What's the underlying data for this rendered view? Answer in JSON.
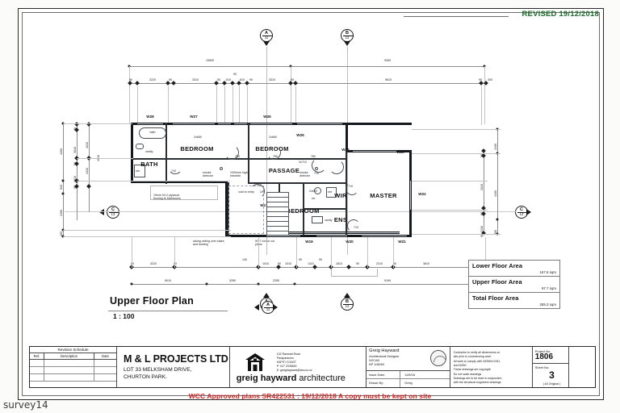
{
  "sheet": {
    "revised_note": "REVISED 19/12/2018",
    "approval_stamp": "WCC Approved plans SR422531 : 19/12/2018 A copy must be kept on site",
    "watermark": "survey14"
  },
  "plan": {
    "title": "Upper Floor Plan",
    "scale": "1 : 100",
    "rooms": [
      {
        "name": "BATH",
        "label": "BATH"
      },
      {
        "name": "BEDROOM",
        "label": "BEDROOM"
      },
      {
        "name": "BEDROOM",
        "label": "BEDROOM"
      },
      {
        "name": "PASSAGE",
        "label": "PASSAGE"
      },
      {
        "name": "BEDROOM",
        "label": "BEDROOM"
      },
      {
        "name": "WIR",
        "label": "WIR"
      },
      {
        "name": "ENS",
        "label": "ENS"
      },
      {
        "name": "MASTER",
        "label": "MASTER"
      }
    ],
    "fixtures": {
      "bath": "bath",
      "vanity": "vanity",
      "vanity2": "vanity",
      "wc": "wc",
      "shower": "shr",
      "shower2": "shr"
    },
    "annotations": {
      "smoke_detector_1": "smoke\ndetector",
      "smoke_detector_2": "smoke\ndetector",
      "handrail": "1000mm high\nhandrail",
      "void_to_entry": "void to entry",
      "raking_ceiling": "raking ceiling over stairs\nand landing",
      "plywood": "19mm h3.2 plywood\nflooring to bathrooms",
      "w17_note": "W17 not on cut\nplane",
      "up": "UP"
    },
    "door_tags": [
      "710",
      "710",
      "760",
      "760",
      "760",
      "710",
      "710",
      "710"
    ],
    "window_head_tags": [
      "2x660",
      "2x660",
      "3x710",
      "2x660"
    ],
    "window_tags_top": [
      "W28",
      "W27",
      "W26",
      "W25",
      "W24",
      "W23"
    ],
    "window_tags_right": [
      "W22",
      "W21"
    ],
    "window_tags_bottom": [
      "W18",
      "W19",
      "W20",
      "W17"
    ],
    "window_tags_left": [
      "W29"
    ]
  },
  "dimensions": {
    "top_outer": [
      "10600",
      "9400"
    ],
    "top_inner": [
      "90",
      "2220",
      "90",
      "3310",
      "90",
      "610",
      "90",
      "610",
      "90",
      "3310",
      "90",
      "9610",
      "90",
      "300"
    ],
    "top_stack_label": "90",
    "bottom_chain_upper": [
      "90",
      "3220",
      "90",
      "140",
      "1010",
      "90",
      "1010",
      "90",
      "1110",
      "90",
      "1810",
      "90",
      "2210",
      "90",
      "3610",
      "90"
    ],
    "bottom_outer": [
      "5010",
      "3250",
      "2250",
      "9190",
      "300"
    ],
    "left_outer": [
      "4260",
      "910",
      "2450",
      "400"
    ],
    "left_inner": [
      "90",
      "3010",
      "90",
      "1010",
      "90"
    ],
    "left_inner2": [
      "1610",
      "1310",
      "1010"
    ],
    "left_far": [
      "90",
      "1010",
      "90",
      "970",
      "90",
      "2450",
      "400"
    ],
    "right_outer": [
      "2400",
      "4100",
      "600"
    ],
    "right_inner": [
      "90",
      "3310",
      "90",
      "2130",
      "90"
    ]
  },
  "markers": [
    {
      "id": "A-11-top",
      "letter": "A",
      "sheet": "11"
    },
    {
      "id": "B-12-top",
      "letter": "B",
      "sheet": "12"
    },
    {
      "id": "C-13-left",
      "letter": "C",
      "sheet": "13"
    },
    {
      "id": "C-13-right",
      "letter": "C",
      "sheet": "13"
    },
    {
      "id": "A-11-bottom",
      "letter": "A",
      "sheet": "11"
    },
    {
      "id": "B-12-bottom",
      "letter": "B",
      "sheet": "12"
    },
    {
      "id": "A-11-title",
      "letter": "A",
      "sheet": "11"
    }
  ],
  "areas": {
    "heading_rows": [
      {
        "label": "Lower Floor Area",
        "value": "167.6 sqm"
      },
      {
        "label": "Upper Floor Area",
        "value": "97.7 sqm"
      },
      {
        "label": "Total Floor Area",
        "value": "265.3 sqm"
      }
    ]
  },
  "title_block": {
    "revision": {
      "title": "Revision Schedule",
      "columns": [
        "Ref.",
        "Description",
        "Date"
      ],
      "rows": [
        {
          "ref": "",
          "description": "",
          "date": ""
        },
        {
          "ref": "",
          "description": "",
          "date": ""
        },
        {
          "ref": "",
          "description": "",
          "date": ""
        }
      ]
    },
    "client": {
      "name": "M & L PROJECTS LTD",
      "address_line1": "LOT 33 MELKSHAM DRIVE,",
      "address_line2": "CHURTON PARK."
    },
    "practice": {
      "word_bold": "greig hayward",
      "word_light": "architecture",
      "address": [
        "102 Raumati Road",
        "Paraparaumu",
        "KAPITI COAST",
        "P: 027 2339840",
        "E: greighayward@xtra.co.nz"
      ]
    },
    "designer": {
      "name": "Greig Hayward",
      "role": "Architectural Designer",
      "qual": "NZCAD",
      "reg": "BP 108269",
      "issue_date_label": "Issue Date:",
      "issue_date_value": "11/5/18",
      "drawn_by_label": "Drawn By:",
      "drawn_by_value": "Greig"
    },
    "notes": [
      "Contractor to verify all dimensions on",
      "site prior to commencing work.",
      "All work to comply with NZS604:2011",
      "and NZBC",
      "These drawings are copyright",
      "Do not scale drawings",
      "Drawings are to be read in conjunction",
      "with the structural engineers drawings"
    ],
    "project": {
      "number_label": "Project No:",
      "number_value": "1806",
      "sheet_label": "Sheet No:",
      "sheet_value": "3",
      "sheet_sub": "( A3 Original )"
    }
  },
  "colors": {
    "revised_green": "#1d6b2b",
    "approval_red": "#d81e1e",
    "wall_dark": "#15181c",
    "glazing_grey": "#bfc6cc"
  }
}
